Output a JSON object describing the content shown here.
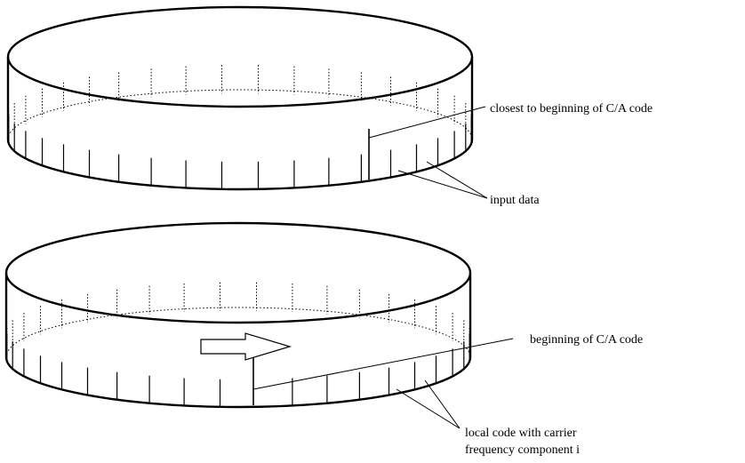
{
  "diagram": {
    "top_cylinder": {
      "labels": {
        "closest": "closest to beginning of C/A code",
        "input": "input data"
      }
    },
    "bottom_cylinder": {
      "labels": {
        "beginning": "beginning of C/A code",
        "local_line1": "local code with carrier",
        "local_line2": "frequency component i"
      },
      "arrow_icon": "right-arrow-icon"
    },
    "colors": {
      "stroke": "#000000",
      "background": "#ffffff"
    }
  }
}
